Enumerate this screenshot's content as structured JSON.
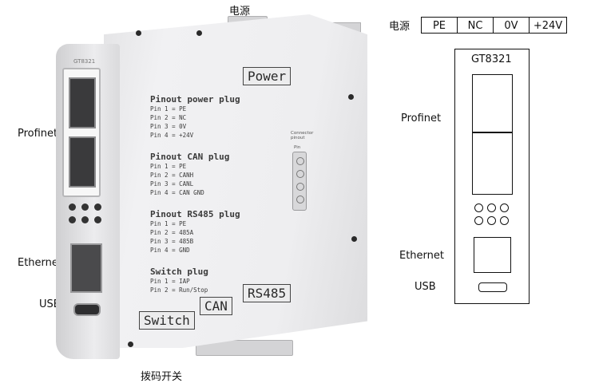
{
  "callouts": {
    "power_top": "电源",
    "profinet": "Profinet",
    "ethernet": "Ethernet",
    "usb": "USB",
    "dip_switch": "拨码开关"
  },
  "device": {
    "model_label": "GT8321",
    "labels": {
      "power": "Power",
      "switch": "Switch",
      "can": "CAN",
      "rs485": "RS485"
    },
    "printed": {
      "power_plug": {
        "heading": "Pinout power plug",
        "lines": [
          "Pin 1 = PE",
          "Pin 2 = NC",
          "Pin 3 = 0V",
          "Pin 4 = +24V"
        ]
      },
      "can_plug": {
        "heading": "Pinout CAN plug",
        "lines": [
          "Pin 1 = PE",
          "Pin 2 = CANH",
          "Pin 3 = CANL",
          "Pin 4 = CAN GND"
        ]
      },
      "rs485_plug": {
        "heading": "Pinout RS485 plug",
        "lines": [
          "Pin 1 = PE",
          "Pin 2 = 485A",
          "Pin 3 = 485B",
          "Pin 4 = GND"
        ]
      },
      "switch_plug": {
        "heading": "Switch plug",
        "lines": [
          "Pin 1 = IAP",
          "Pin 2 = Run/Stop"
        ]
      }
    },
    "connector": {
      "title": "Connector pinout",
      "pin_header": "Pin"
    }
  },
  "schematic": {
    "power_label": "电源",
    "pins": [
      "PE",
      "NC",
      "0V",
      "+24V"
    ],
    "model": "GT8321",
    "profinet": "Profinet",
    "ethernet": "Ethernet",
    "usb": "USB"
  }
}
